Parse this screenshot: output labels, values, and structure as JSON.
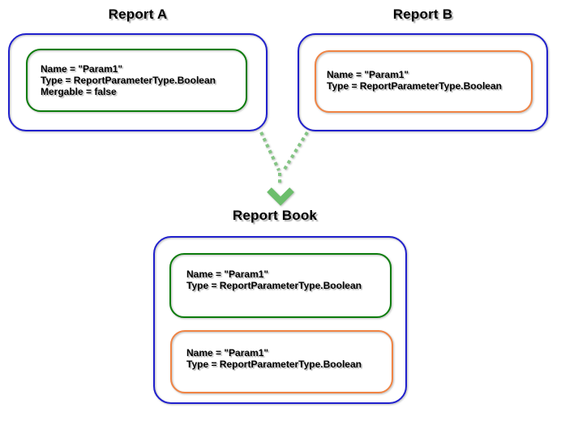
{
  "diagram": {
    "report_a": {
      "title": "Report A",
      "parameter": {
        "lines": [
          "Name = \"Param1\"",
          "Type = ReportParameterType.Boolean",
          "Mergable = false"
        ]
      }
    },
    "report_b": {
      "title": "Report B",
      "parameter": {
        "lines": [
          "Name = \"Param1\"",
          "Type = ReportParameterType.Boolean"
        ]
      }
    },
    "report_book": {
      "title": "Report Book",
      "parameter_green": {
        "lines": [
          "Name = \"Param1\"",
          "Type = ReportParameterType.Boolean"
        ]
      },
      "parameter_orange": {
        "lines": [
          "Name = \"Param1\"",
          "Type = ReportParameterType.Boolean"
        ]
      }
    }
  },
  "colors": {
    "background": "#ffffff",
    "text": "#000000",
    "outer_border": "#2121cd",
    "green_border": "#0d7d0d",
    "orange_border": "#f08444",
    "arrow_dots": "#84c584",
    "arrow_head": "#6cbe6c"
  }
}
